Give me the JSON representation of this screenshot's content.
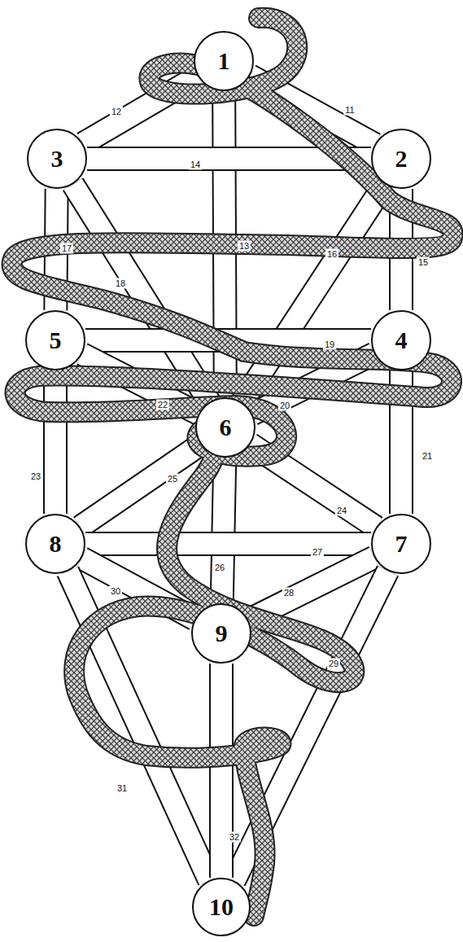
{
  "diagram": {
    "nodes": [
      {
        "text": [
          "1"
        ]
      },
      {
        "text": [
          "3"
        ]
      },
      {
        "text": [
          "2"
        ]
      },
      {
        "text": [
          "5"
        ]
      },
      {
        "text": [
          "4"
        ]
      },
      {
        "text": [
          "6"
        ]
      },
      {
        "text": [
          "8"
        ]
      },
      {
        "text": [
          "7"
        ]
      },
      {
        "text": [
          "9"
        ]
      },
      {
        "text": [
          "10"
        ]
      }
    ],
    "edges": [
      {
        "from": 0,
        "to": 2,
        "label": "11",
        "arrow": "none"
      },
      {
        "from": 0,
        "to": 1,
        "label": "12",
        "arrow": "none"
      },
      {
        "from": 0,
        "to": 5,
        "label": "13",
        "arrow": "none"
      },
      {
        "from": 2,
        "to": 1,
        "label": "14",
        "arrow": "none"
      },
      {
        "from": 2,
        "to": 4,
        "label": "15",
        "arrow": "none"
      },
      {
        "from": 2,
        "to": 5,
        "label": "16",
        "arrow": "none"
      },
      {
        "from": 1,
        "to": 3,
        "label": "17",
        "arrow": "none"
      },
      {
        "from": 1,
        "to": 5,
        "label": "18",
        "arrow": "none"
      },
      {
        "from": 4,
        "to": 3,
        "label": "19",
        "arrow": "none"
      },
      {
        "from": 4,
        "to": 5,
        "label": "20",
        "arrow": "none"
      },
      {
        "from": 4,
        "to": 7,
        "label": "21",
        "arrow": "none"
      },
      {
        "from": 3,
        "to": 5,
        "label": "22",
        "arrow": "none"
      },
      {
        "from": 3,
        "to": 6,
        "label": "23",
        "arrow": "none"
      },
      {
        "from": 5,
        "to": 7,
        "label": "24",
        "arrow": "none"
      },
      {
        "from": 5,
        "to": 6,
        "label": "25",
        "arrow": "none"
      },
      {
        "from": 5,
        "to": 8,
        "label": "26",
        "arrow": "none"
      },
      {
        "from": 7,
        "to": 6,
        "label": "27",
        "arrow": "none"
      },
      {
        "from": 7,
        "to": 8,
        "label": "28",
        "arrow": "none"
      },
      {
        "from": 7,
        "to": 9,
        "label": "29",
        "arrow": "none"
      },
      {
        "from": 6,
        "to": 8,
        "label": "30",
        "arrow": "none"
      },
      {
        "from": 6,
        "to": 9,
        "label": "31",
        "arrow": "none"
      },
      {
        "from": 8,
        "to": 9,
        "label": "32",
        "arrow": "none"
      }
    ]
  }
}
